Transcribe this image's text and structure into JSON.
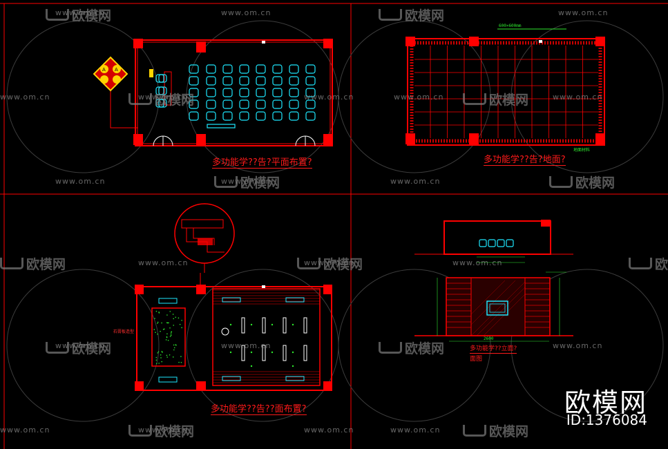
{
  "captions": {
    "seating_plan": "多功能学??告?平面布置?",
    "floor_plan": "多功能学??告?地面?",
    "ceiling_plan": "多功能学??告??面布置?",
    "elevation": "多功能学??立面?",
    "elevation_line2": "面图"
  },
  "watermarks": {
    "url": "www.om.cn",
    "logo": "欧模网"
  },
  "brand": {
    "name": "欧模网",
    "id": "ID:1376084"
  },
  "annotations": {
    "floor_top_dim": "600×600mm",
    "floor_corner": "地面材料",
    "ceiling_left_label": "石膏板造型",
    "elevation_small_dim": "2600"
  },
  "colors": {
    "line_red": "#ff0000",
    "chair_cyan": "#1ee8ff",
    "note_green": "#2ee82e",
    "yellow": "#ffd400"
  }
}
